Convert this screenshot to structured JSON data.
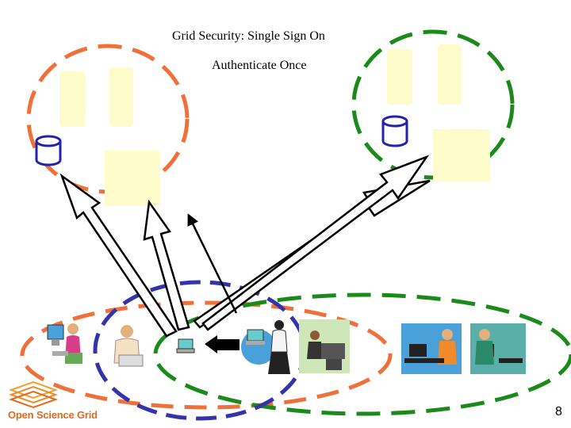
{
  "title": "Grid Security: Single Sign On",
  "subtitle": "Authenticate Once",
  "logo_text": "Open Science Grid",
  "page_number": "8",
  "colors": {
    "orange": "#f0703a",
    "green": "#1a8a1a",
    "blue": "#3333aa",
    "pale_yellow": "#fffccc",
    "cylinder_blue": "#2222aa"
  },
  "icons": [
    "database-cylinder-icon",
    "resource-box-icon",
    "person-at-computer-icon",
    "laptop-icon",
    "left-arrow-icon"
  ]
}
